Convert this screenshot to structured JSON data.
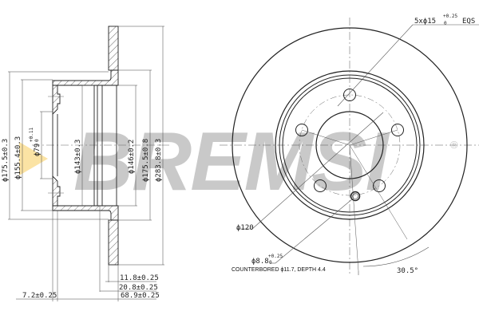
{
  "drawing": {
    "title": "Brake disc technical drawing",
    "brand": {
      "logo_text": "BREMSI",
      "registered_mark": "®",
      "logo_color": "#c8c8c8",
      "accent_triangle_color": "#fbe3a4"
    },
    "section_view": {
      "diameters": [
        {
          "id": "d1755_outer",
          "label": "ϕ175.5±0.3"
        },
        {
          "id": "d1554",
          "label": "ϕ155.4±0.3"
        },
        {
          "id": "d79",
          "label": "ϕ79",
          "tol_upper": "+0.11",
          "tol_lower": "0"
        },
        {
          "id": "d143",
          "label": "ϕ143±0.3"
        },
        {
          "id": "d146",
          "label": "ϕ146±0.2"
        },
        {
          "id": "d1755",
          "label": "ϕ175.5±0.8"
        },
        {
          "id": "d2838",
          "label": "ϕ283.8±0.3"
        }
      ],
      "lengths": [
        {
          "id": "l72",
          "label": "7.2±0.25"
        },
        {
          "id": "l118",
          "label": "11.8±0.25"
        },
        {
          "id": "l208",
          "label": "20.8±0.25"
        },
        {
          "id": "l689",
          "label": "68.9±0.25"
        }
      ]
    },
    "front_view": {
      "bolt_holes": {
        "label": "5xϕ15",
        "tol_upper": "+0.25",
        "tol_lower": "0",
        "suffix": "EQS"
      },
      "pcd": {
        "label": "ϕ120"
      },
      "locator_hole": {
        "label": "ϕ8.8",
        "tol_upper": "+0.25",
        "tol_lower": "0"
      },
      "counterbore_note": "COUNTERBORED ϕ11.7, DEPTH 4.4",
      "angle": {
        "label": "30.5°"
      }
    }
  }
}
